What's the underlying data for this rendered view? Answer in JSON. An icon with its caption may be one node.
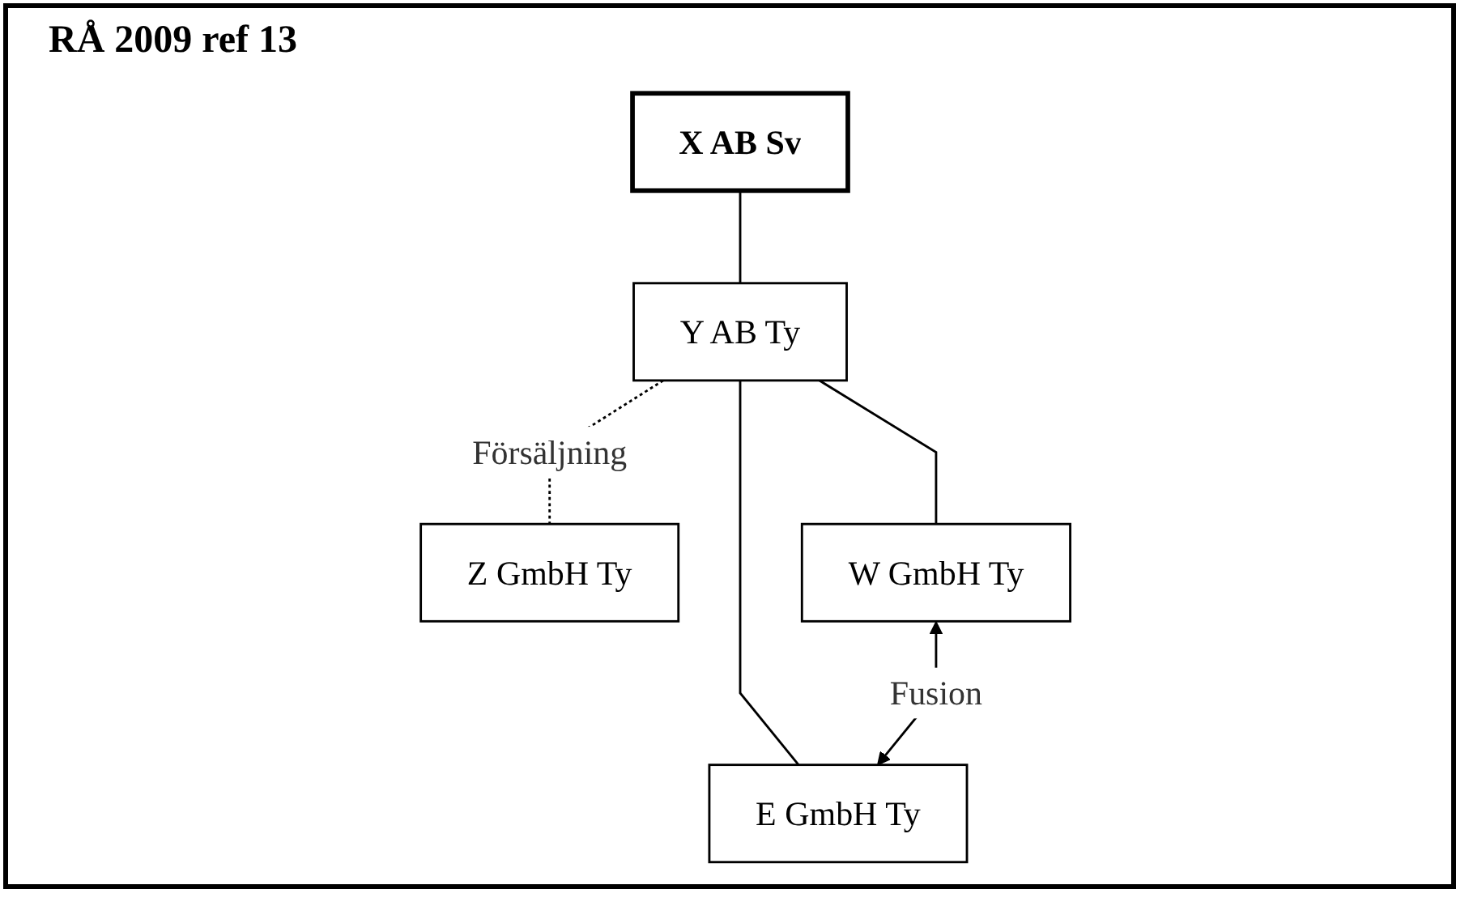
{
  "diagram": {
    "title": "RÅ 2009 ref 13",
    "nodes": [
      {
        "text": [
          "X AB Sv"
        ]
      },
      {
        "text": [
          "Y AB Ty"
        ]
      },
      {
        "text": [
          "Z GmbH Ty"
        ]
      },
      {
        "text": [
          "W GmbH Ty"
        ]
      },
      {
        "text": [
          "E GmbH Ty"
        ]
      }
    ],
    "edges": [
      {
        "from": 0,
        "to": 1,
        "arrow": "none"
      },
      {
        "from": 1,
        "to": 2,
        "arrow": "none",
        "style": "dashed",
        "label": "Försäljning"
      },
      {
        "from": 1,
        "to": 3,
        "arrow": "none"
      },
      {
        "from": 1,
        "to": 4,
        "arrow": "none"
      },
      {
        "from": 3,
        "to": 4,
        "arrow": "both",
        "label": "Fusion"
      }
    ]
  }
}
